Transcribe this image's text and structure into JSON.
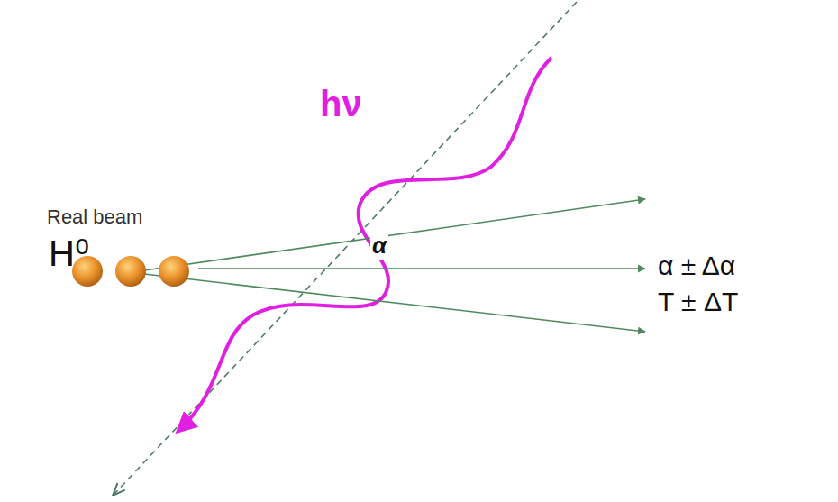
{
  "diagram": {
    "labels": [
      "Real beam",
      "H⁰",
      "hν",
      "α",
      "α ± Δα",
      "T ± ΔT"
    ]
  }
}
